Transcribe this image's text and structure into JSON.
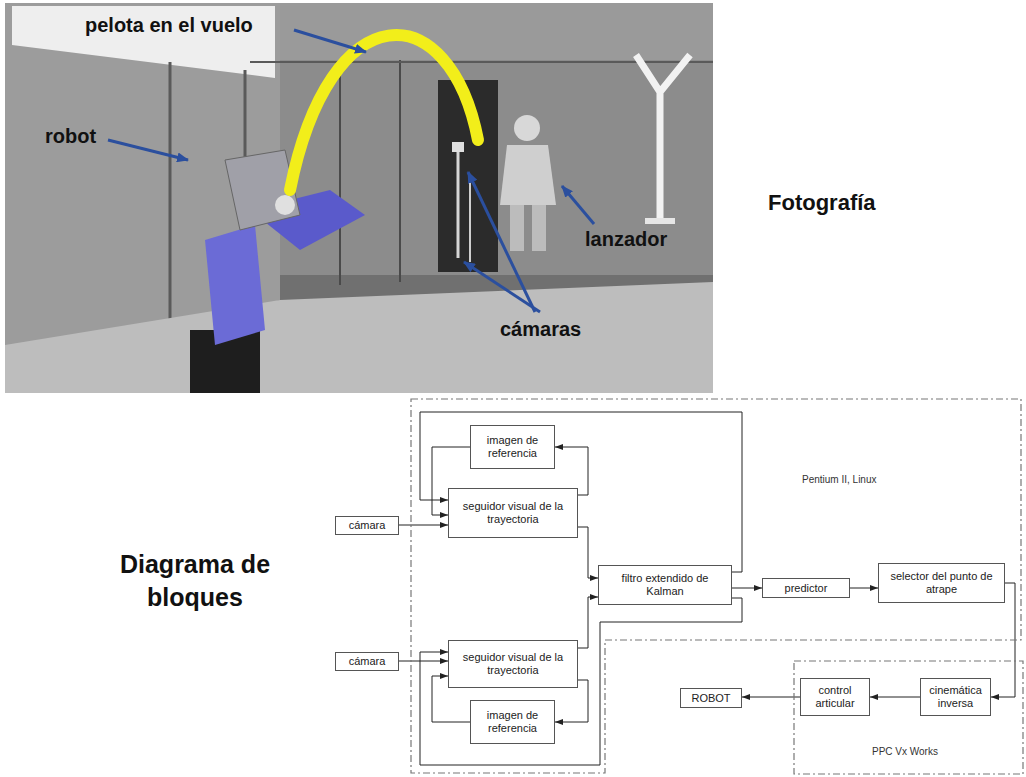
{
  "diagram": {
    "nodes": [
      {
        "text": [
          "Pentium II, Linux"
        ]
      },
      {
        "text": [
          "imagen de referencia"
        ],
        "in": 0
      },
      {
        "text": [
          "cámara"
        ]
      },
      {
        "text": [
          "seguidor visual de la trayectoria"
        ],
        "in": 0
      },
      {
        "text": [
          "filtro extendido de Kalman"
        ],
        "in": 0
      },
      {
        "text": [
          "predictor"
        ],
        "in": 0
      },
      {
        "text": [
          "selector del punto de atrape"
        ],
        "in": 0
      },
      {
        "text": [
          "cámara"
        ]
      },
      {
        "text": [
          "seguidor visual de la trayectoria"
        ],
        "in": 0
      },
      {
        "text": [
          "imagen de referencia"
        ],
        "in": 0
      },
      {
        "text": [
          "PPC Vx Works"
        ]
      },
      {
        "text": [
          "ROBOT"
        ]
      },
      {
        "text": [
          "control articular"
        ],
        "in": 10
      },
      {
        "text": [
          "cinemática inversa"
        ],
        "in": 10
      }
    ],
    "edges": [
      {
        "from": 2,
        "to": 3,
        "arrow": "to"
      },
      {
        "from": 1,
        "to": 3,
        "arrow": "to"
      },
      {
        "from": 3,
        "to": 1,
        "arrow": "to"
      },
      {
        "from": 3,
        "to": 4,
        "arrow": "to"
      },
      {
        "from": 4,
        "to": 3,
        "arrow": "to"
      },
      {
        "from": 7,
        "to": 8,
        "arrow": "to"
      },
      {
        "from": 9,
        "to": 8,
        "arrow": "to"
      },
      {
        "from": 8,
        "to": 9,
        "arrow": "to"
      },
      {
        "from": 8,
        "to": 4,
        "arrow": "to"
      },
      {
        "from": 4,
        "to": 8,
        "arrow": "to"
      },
      {
        "from": 4,
        "to": 5,
        "arrow": "to"
      },
      {
        "from": 5,
        "to": 6,
        "arrow": "to"
      },
      {
        "from": 6,
        "to": 13,
        "arrow": "to"
      },
      {
        "from": 13,
        "to": 12,
        "arrow": "to"
      },
      {
        "from": 12,
        "to": 11,
        "arrow": "to"
      }
    ],
    "labels": [
      "pelota en el vuelo",
      "robot",
      "cámaras",
      "lanzador",
      "Fotografía",
      "Diagrama de bloques"
    ]
  }
}
